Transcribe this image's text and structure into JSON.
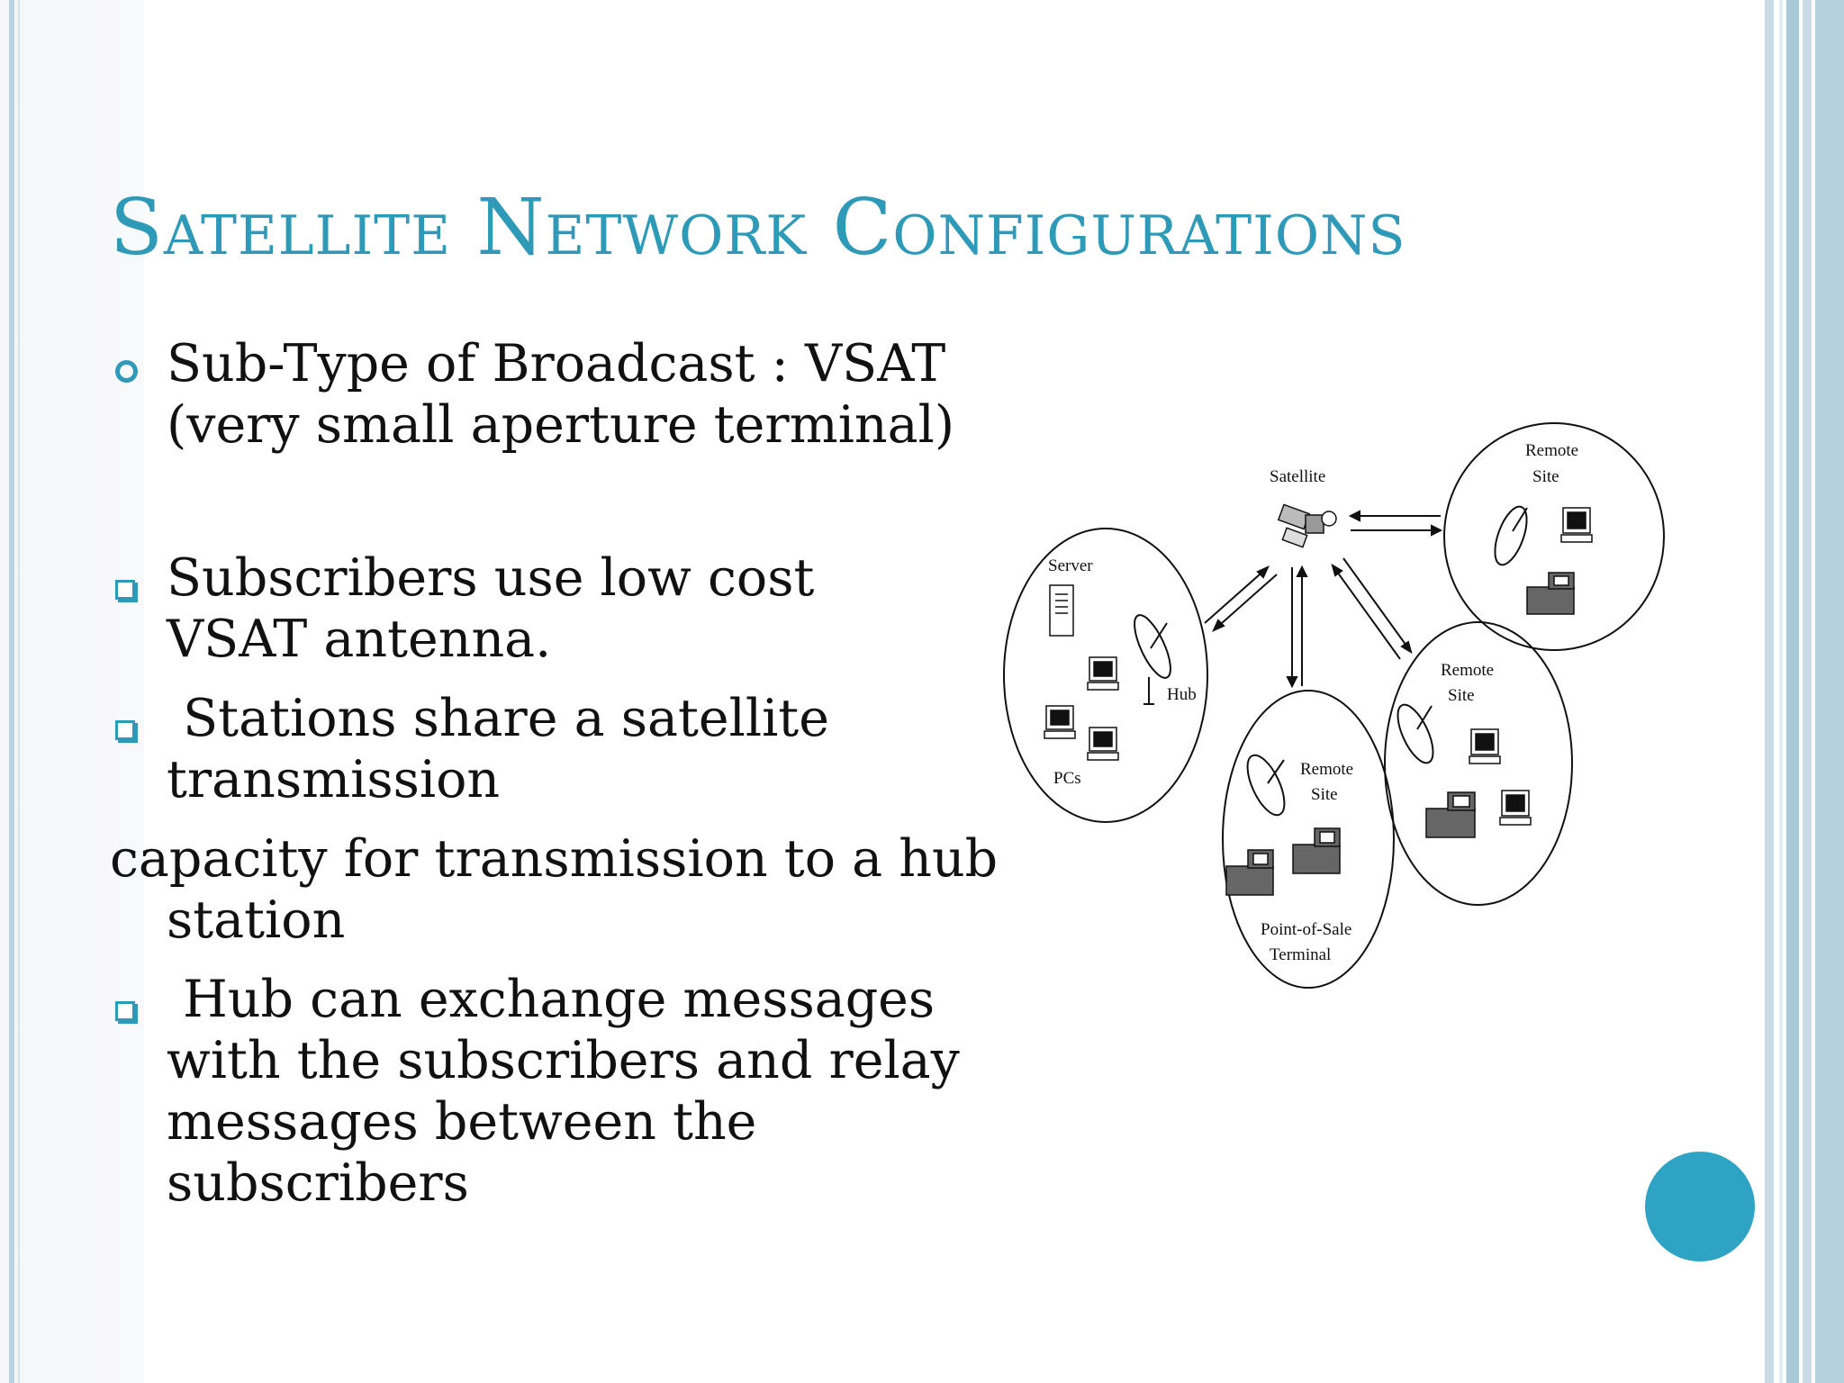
{
  "slide": {
    "title": "Satellite Network Configurations",
    "bullets": [
      {
        "marker": "circle",
        "text": "Sub-Type of Broadcast : VSAT (very small aperture terminal)"
      },
      {
        "marker": "square",
        "text": "Subscribers use low cost VSAT antenna."
      },
      {
        "marker": "square",
        "text": " Stations share a satellite transmission"
      },
      {
        "marker": "none",
        "text": "capacity for transmission to a hub",
        "continuation": "station"
      },
      {
        "marker": "square",
        "text": " Hub can exchange messages with the subscribers and relay messages between the subscribers"
      }
    ]
  },
  "diagram": {
    "labels": {
      "satellite": "Satellite",
      "server": "Server",
      "hub": "Hub",
      "pcs": "PCs",
      "remote_site_top_line1": "Remote",
      "remote_site_top_line2": "Site",
      "remote_site_mid_line1": "Remote",
      "remote_site_mid_line2": "Site",
      "remote_site_bottom_line1": "Remote",
      "remote_site_bottom_line2": "Site",
      "pos_line1": "Point-of-Sale",
      "pos_line2": "Terminal"
    }
  },
  "colors": {
    "accent": "#2f9ab8",
    "dot": "#2fa3c4",
    "stripe_light": "#c9dce6",
    "stripe_mid": "#a9c8d8"
  }
}
